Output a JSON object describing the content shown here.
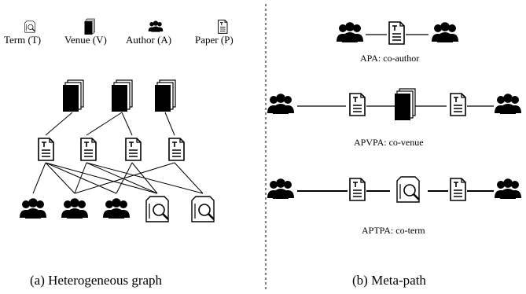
{
  "legend": {
    "term": "Term (T)",
    "venue": "Venue (V)",
    "author": "Author (A)",
    "paper": "Paper (P)"
  },
  "meta_paths": [
    {
      "label": "APA:  co-author"
    },
    {
      "label": "APVPA:  co-venue"
    },
    {
      "label": "APTPA:  co-term"
    }
  ],
  "captions": {
    "left": "(a) Heterogeneous graph",
    "right": "(b) Meta-path"
  },
  "icons": {
    "author": "author-group-icon",
    "paper": "paper-document-icon",
    "venue": "venue-book-stack-icon",
    "term": "term-search-icon"
  }
}
